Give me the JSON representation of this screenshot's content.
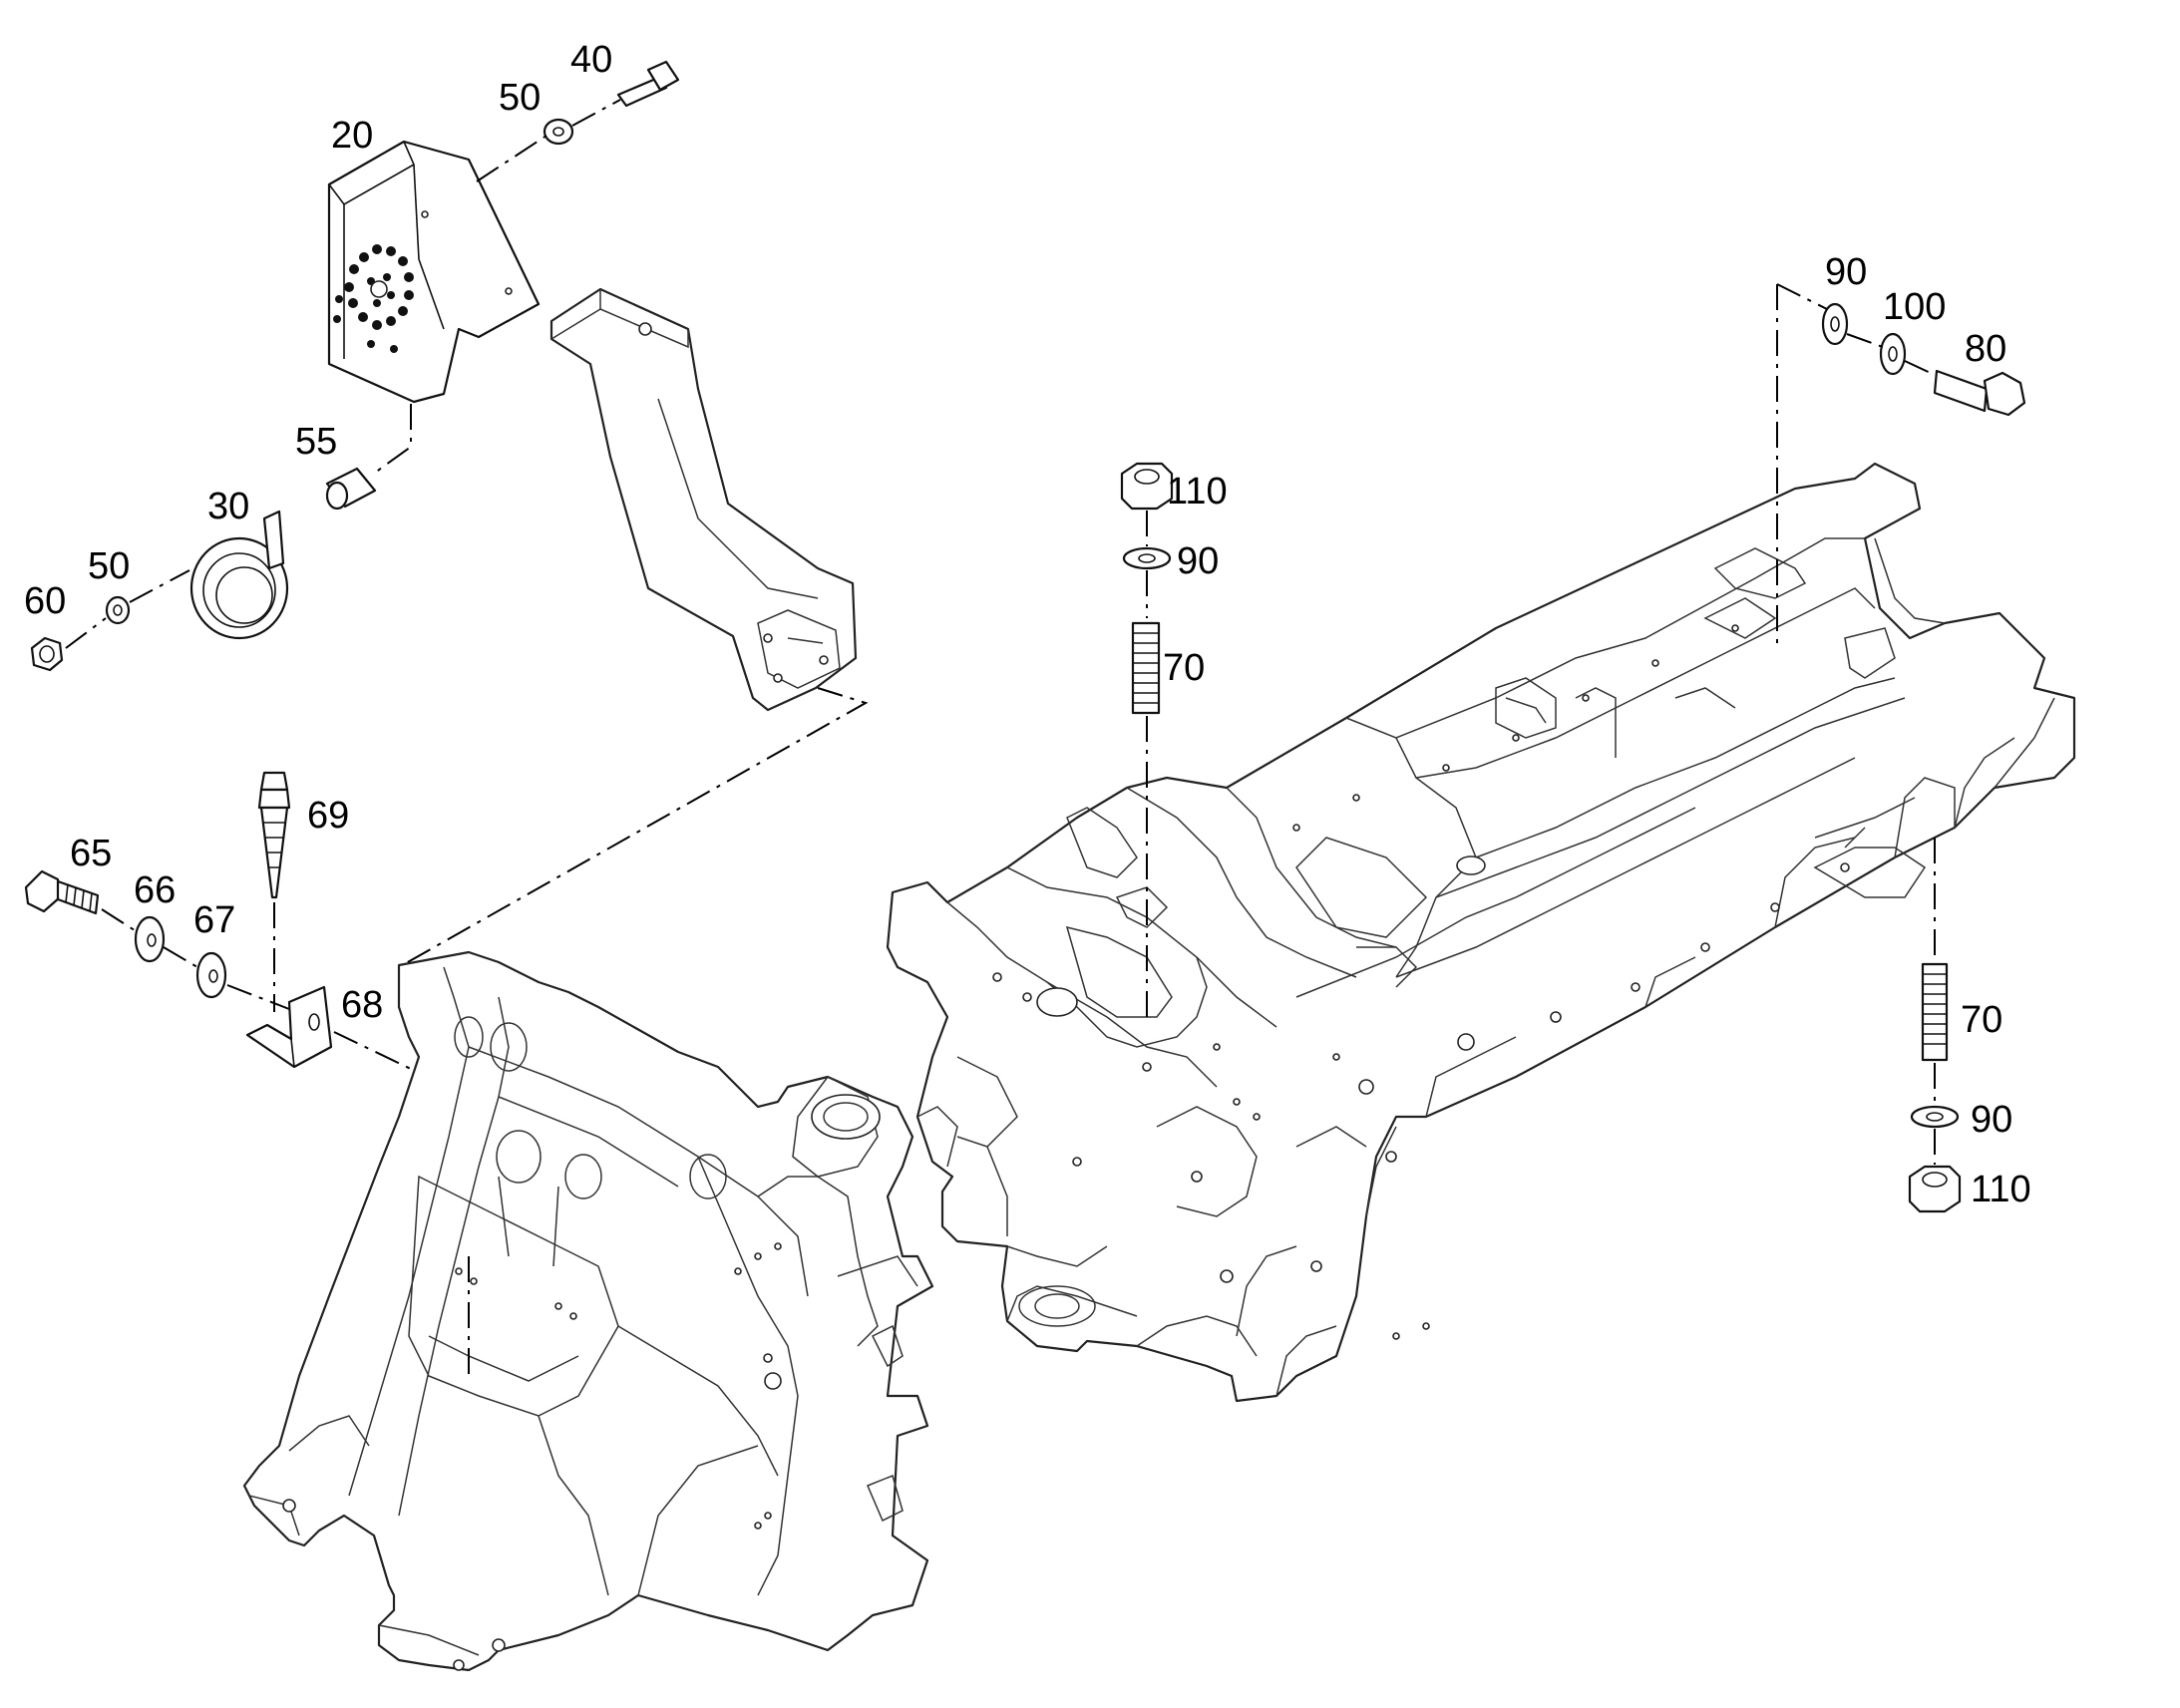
{
  "callouts": {
    "c20": "20",
    "c40": "40",
    "c50a": "50",
    "c55": "55",
    "c30": "30",
    "c50b": "50",
    "c60": "60",
    "c69": "69",
    "c65": "65",
    "c66": "66",
    "c67": "67",
    "c68": "68",
    "c110a": "110",
    "c90a": "90",
    "c70a": "70",
    "c90b": "90",
    "c100": "100",
    "c80": "80",
    "c70b": "70",
    "c90c": "90",
    "c110b": "110"
  }
}
